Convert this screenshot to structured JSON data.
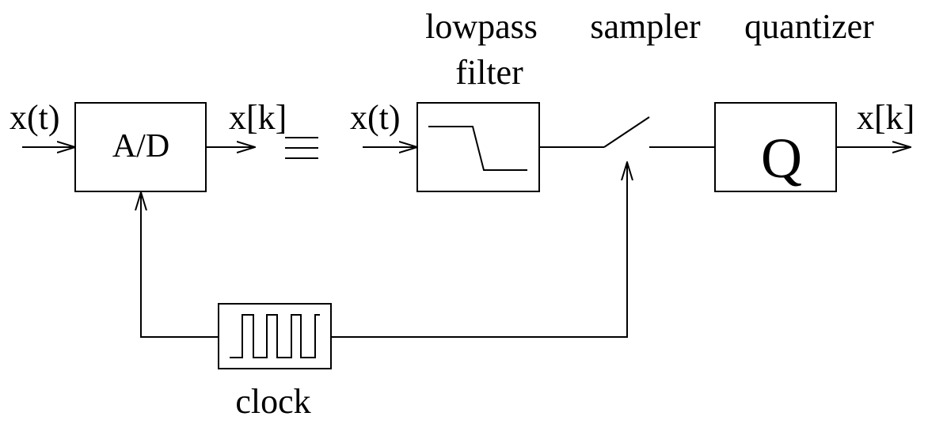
{
  "ad": {
    "input_label": "x(t)",
    "block_label": "A/D",
    "output_label": "x[k]"
  },
  "chain": {
    "input_label": "x(t)",
    "filter_label_line1": "lowpass",
    "filter_label_line2": "filter",
    "sampler_label": "sampler",
    "quantizer_label": "quantizer",
    "quantizer_symbol": "Q",
    "output_label": "x[k]"
  },
  "clock": {
    "label": "clock"
  },
  "equivalence_icon": "triple-bar-equivalence-icon",
  "filter_icon": "lowpass-response-icon",
  "clock_icon": "square-wave-icon",
  "switch_icon": "open-switch-icon"
}
